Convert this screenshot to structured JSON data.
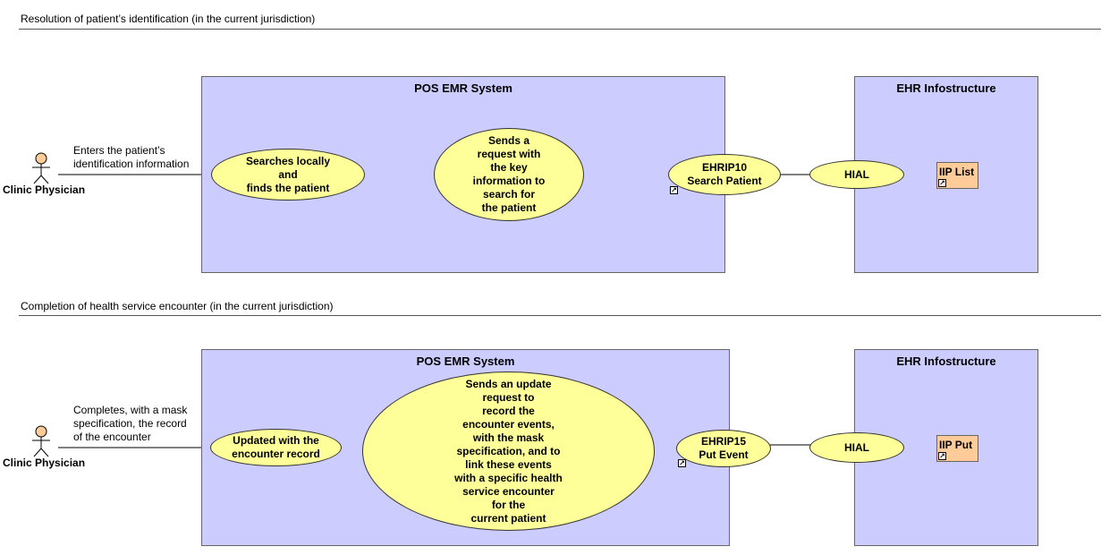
{
  "sections": [
    {
      "title": "Resolution of patient’s identification (in the current jurisdiction)",
      "actor": "Clinic Physician",
      "association_label": "Enters the patient’s\nidentification information",
      "emr_system": "POS EMR System",
      "local_use_case": "Searches locally\nand\nfinds the patient",
      "request_use_case": "Sends a\nrequest with\nthe key\ninformation to\nsearch for\nthe patient",
      "interface_use_case": "EHRIP10\nSearch Patient",
      "ehr_system": "EHR Infostructure",
      "hial": "HIAL",
      "iip": "IIP List"
    },
    {
      "title": "Completion of health service encounter (in the current jurisdiction)",
      "actor": "Clinic Physician",
      "association_label": "Completes, with a mask\nspecification, the record\nof the encounter",
      "emr_system": "POS EMR System",
      "local_use_case": "Updated with the\nencounter record",
      "request_use_case": "Sends an update\nrequest to\nrecord the\nencounter events,\nwith the mask\nspecification, and to\nlink these events\nwith a specific health\nservice encounter\nfor the\ncurrent patient",
      "interface_use_case": "EHRIP15\nPut Event",
      "ehr_system": "EHR Infostructure",
      "hial": "HIAL",
      "iip": "IIP Put"
    }
  ],
  "colors": {
    "system_fill": "#ccccff",
    "use_case_fill": "#ffff99",
    "iip_fill": "#ffcc99",
    "actor_fill": "#ffcc99"
  },
  "icons": {
    "actor": "stick-figure-icon",
    "link": "link-arrow-icon"
  }
}
